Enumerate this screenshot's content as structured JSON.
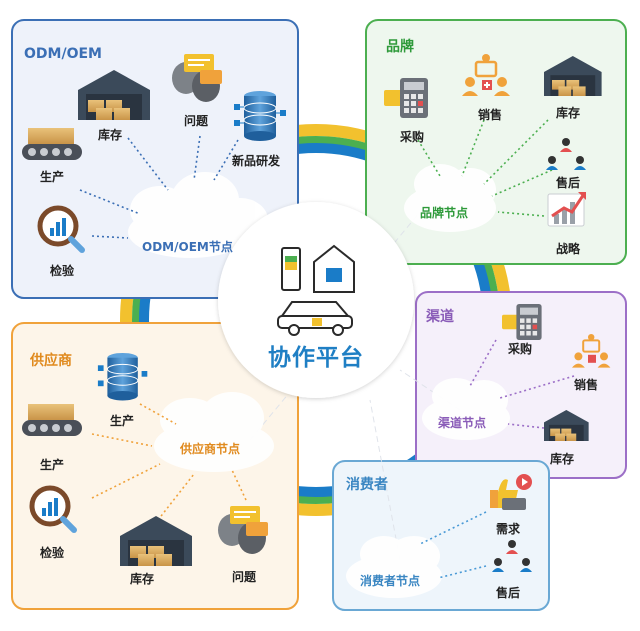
{
  "center": {
    "title": "协作平台"
  },
  "odm": {
    "title": "ODM/OEM",
    "node": "ODM/OEM节点",
    "items": {
      "inventory": "库存",
      "issue": "问题",
      "production": "生产",
      "rnd": "新品研发",
      "inspection": "检验"
    }
  },
  "brand": {
    "title": "品牌",
    "node": "品牌节点",
    "items": {
      "purchase": "采购",
      "sales": "销售",
      "inventory": "库存",
      "after_sales": "售后",
      "strategy": "战略"
    }
  },
  "channel": {
    "title": "渠道",
    "node": "渠道节点",
    "items": {
      "purchase": "采购",
      "sales": "销售",
      "inventory": "库存"
    }
  },
  "supplier": {
    "title": "供应商",
    "node": "供应商节点",
    "items": {
      "production_db": "生产",
      "production": "生产",
      "inspection": "检验",
      "inventory": "库存",
      "issue": "问题"
    }
  },
  "consumer": {
    "title": "消费者",
    "node": "消费者节点",
    "items": {
      "demand": "需求",
      "after_sales": "售后"
    }
  },
  "colors": {
    "odm": "#3b6fb5",
    "brand": "#4caf50",
    "channel": "#9c6fc7",
    "supplier": "#f0a23b",
    "consumer": "#6aa8d4",
    "ring_blue": "#1a7cc8",
    "ring_yellow": "#f2c12e",
    "ring_green": "#4caf50"
  }
}
